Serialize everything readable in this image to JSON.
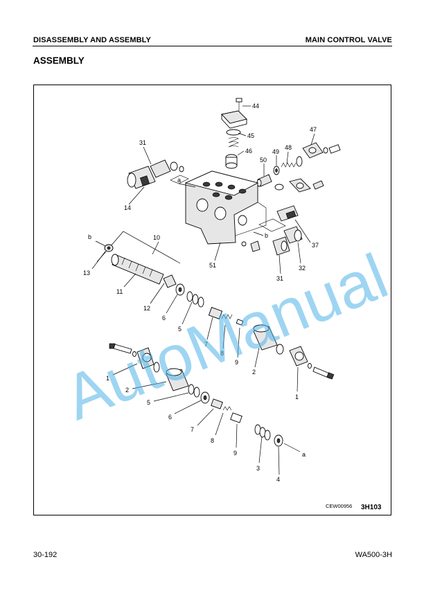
{
  "header": {
    "left": "DISASSEMBLY AND ASSEMBLY",
    "right": "MAIN CONTROL VALVE"
  },
  "section_title": "ASSEMBLY",
  "figure": {
    "callouts": {
      "c44": "44",
      "c45": "45",
      "c46": "46",
      "c47": "47",
      "c48": "48",
      "c49": "49",
      "c50": "50",
      "c31a": "31",
      "c14": "14",
      "c37": "37",
      "c32": "32",
      "c31b": "31",
      "c51": "51",
      "cb1": "b",
      "cb2": "b",
      "ca1": "a",
      "ca2": "a",
      "c10": "10",
      "c13": "13",
      "c11": "11",
      "c12": "12",
      "c6a": "6",
      "c5a": "5",
      "c7a": "7",
      "c8a": "8",
      "c9a": "9",
      "c2a": "2",
      "c1a": "1",
      "c1b": "1",
      "c2b": "2",
      "c5b": "5",
      "c6b": "6",
      "c7b": "7",
      "c8b": "8",
      "c9b": "9",
      "c3": "3",
      "c4": "4"
    },
    "figure_code": "CEW00956",
    "figure_code_big": "3H103",
    "watermark": "AutoManual"
  },
  "footer": {
    "page_number": "30-192",
    "model": "WA500-3H"
  }
}
